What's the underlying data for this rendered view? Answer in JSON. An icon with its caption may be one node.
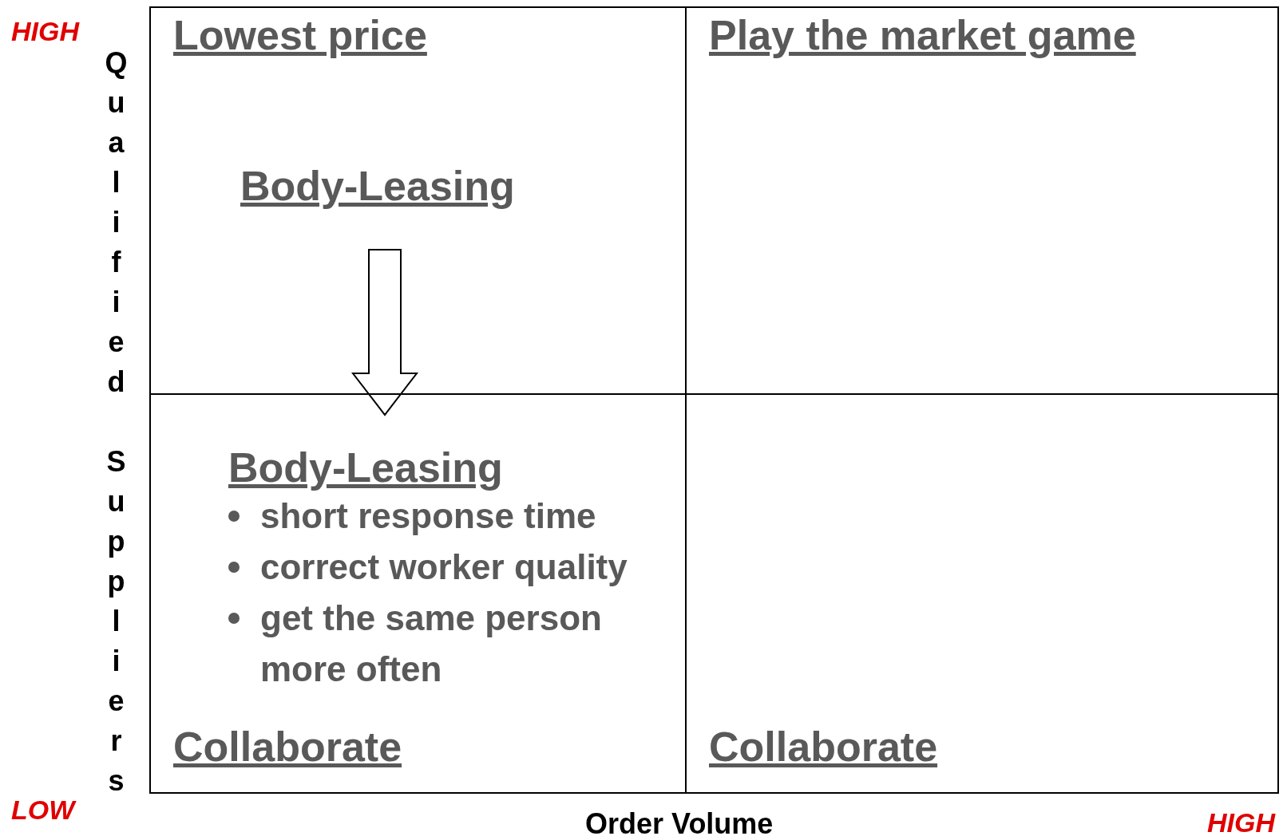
{
  "diagram": {
    "nodes": [
      {
        "text": [
          "Lowest price"
        ]
      },
      {
        "text": [
          "Play the market game"
        ]
      },
      {
        "text": [
          "Collaborate"
        ]
      },
      {
        "text": [
          "Collaborate"
        ]
      },
      {
        "text": [
          "Body-Leasing"
        ],
        "in": 0
      },
      {
        "text": [
          "Body-Leasing",
          "short response time",
          "correct worker quality",
          "get the same person more often"
        ],
        "in": 2
      }
    ],
    "edges": [
      {
        "from": 4,
        "to": 5,
        "arrow": "to"
      }
    ],
    "labels": [
      "HIGH",
      "Qualified Suppliers",
      "LOW",
      "Order Volume",
      "HIGH"
    ]
  }
}
